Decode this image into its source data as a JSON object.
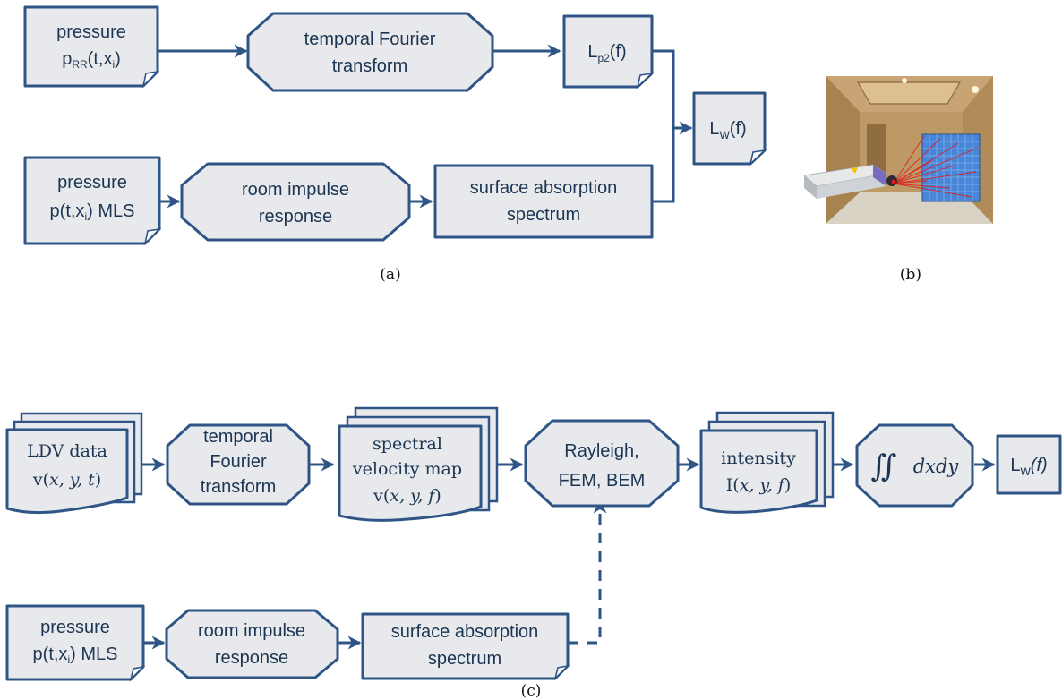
{
  "panel_a": {
    "caption": "(a)",
    "pressure_rr": {
      "line1": "pressure",
      "p": "p",
      "p_sub": "RR",
      "mid": "(t,x",
      "x_sub": "i",
      "end": ")"
    },
    "temporal_ft": {
      "line1": "temporal Fourier",
      "line2": "transform"
    },
    "lp2": {
      "main": "L",
      "sub": "p2",
      "end": "(f)"
    },
    "lw": {
      "main": "L",
      "sub": "W",
      "end": "(f)"
    },
    "pressure_mls": {
      "line1": "pressure",
      "pre": "p(t,x",
      "x_sub": "i",
      "post": ") MLS"
    },
    "room_impulse": {
      "line1": "room impulse",
      "line2": "response"
    },
    "surface_abs": {
      "line1": "surface absorption",
      "line2": "spectrum"
    }
  },
  "panel_b": {
    "caption": "(b)",
    "photo_colors": {
      "wall": "#b08a55",
      "window": "#4a86d8",
      "laser": "#e0191d",
      "camera": "#c9ccd0"
    }
  },
  "panel_c": {
    "caption": "(c)",
    "ldv": {
      "line1": "LDV data",
      "pre": "v(",
      "args": "x, y, t",
      "post": ")"
    },
    "temporal_ft": {
      "line1": "temporal",
      "line2": "Fourier",
      "line3": "transform"
    },
    "spectral": {
      "line1": "spectral",
      "line2": "velocity map",
      "pre": "v(",
      "args": "x, y, f",
      "post": ")"
    },
    "rayleigh": {
      "line1": "Rayleigh,",
      "line2": "FEM, BEM"
    },
    "intensity": {
      "line1": "intensity",
      "pre": "I(",
      "args": "x, y, f",
      "post": ")"
    },
    "integral": {
      "symbol": "∬",
      "text": "dxdy"
    },
    "lw": {
      "main": "L",
      "sub": "W",
      "end": "(f)"
    },
    "pressure_mls": {
      "line1": "pressure",
      "pre": "p(t,x",
      "x_sub": "i",
      "post": ") MLS"
    },
    "room_impulse": {
      "line1": "room impulse",
      "line2": "response"
    },
    "surface_abs": {
      "line1": "surface absorption",
      "line2": "spectrum"
    }
  }
}
